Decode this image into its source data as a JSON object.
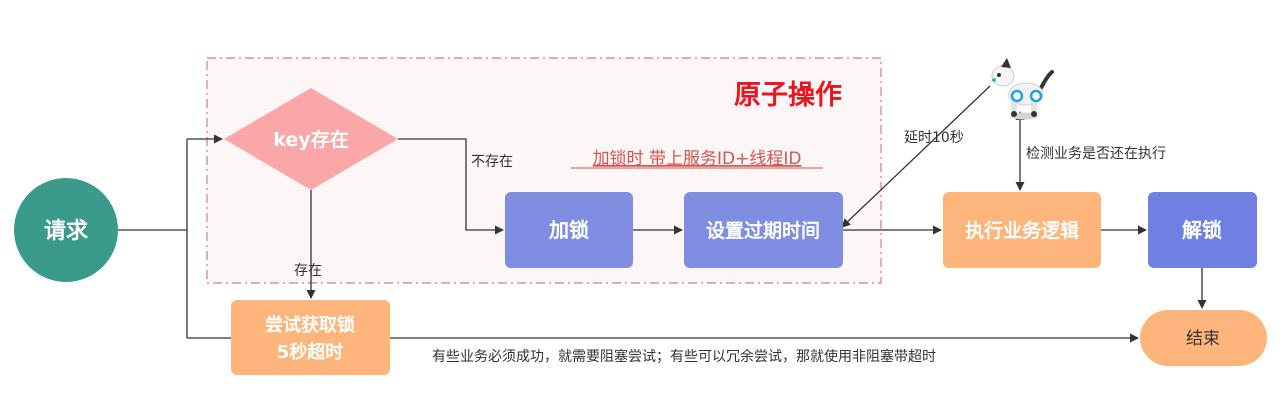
{
  "region": {
    "title": "原子操作",
    "note": "加锁时 带上服务ID+线程ID"
  },
  "nodes": {
    "request": "请求",
    "key_exists": "key存在",
    "lock": "加锁",
    "set_expire": "设置过期时间",
    "execute": "执行业务逻辑",
    "unlock": "解锁",
    "try_lock_line1": "尝试获取锁",
    "try_lock_line2": "5秒超时",
    "end": "结束"
  },
  "edges": {
    "not_exists": "不存在",
    "exists": "存在",
    "delay": "延时10秒",
    "check": "检测业务是否还在执行",
    "bottom_note": "有些业务必须成功，就需要阻塞尝试；有些可以冗余尝试，那就使用非阻塞带超时"
  },
  "watchdog": {
    "icon": "robot-dog-icon"
  },
  "colors": {
    "request": "#3a9b8c",
    "diamond": "#fba7a7",
    "lock_box": "#7f8ee0",
    "unlock_box": "#6f7fe2",
    "orange_box": "#fdb57c",
    "region_border": "#d97b7b",
    "region_fill": "#fdf6f6",
    "title_red": "#e8161e",
    "note_red": "#d9534f",
    "dog_eye": "#1ba4e6"
  }
}
